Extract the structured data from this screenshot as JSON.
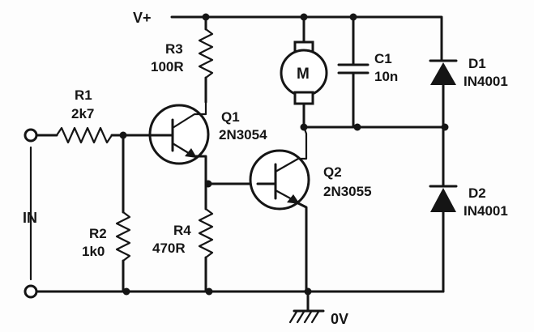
{
  "supply": {
    "label": "V+"
  },
  "ground": {
    "label": "0V"
  },
  "input": {
    "label": "IN"
  },
  "components": {
    "r1": {
      "name": "R1",
      "value": "2k7"
    },
    "r2": {
      "name": "R2",
      "value": "1k0"
    },
    "r3": {
      "name": "R3",
      "value": "100R"
    },
    "r4": {
      "name": "R4",
      "value": "470R"
    },
    "q1": {
      "name": "Q1",
      "part": "2N3054"
    },
    "q2": {
      "name": "Q2",
      "part": "2N3055"
    },
    "motor": {
      "symbol": "M"
    },
    "c1": {
      "name": "C1",
      "value": "10n"
    },
    "d1": {
      "name": "D1",
      "part": "IN4001"
    },
    "d2": {
      "name": "D2",
      "part": "IN4001"
    }
  },
  "colors": {
    "ink": "#151515",
    "paper": "#fdfdfd"
  }
}
